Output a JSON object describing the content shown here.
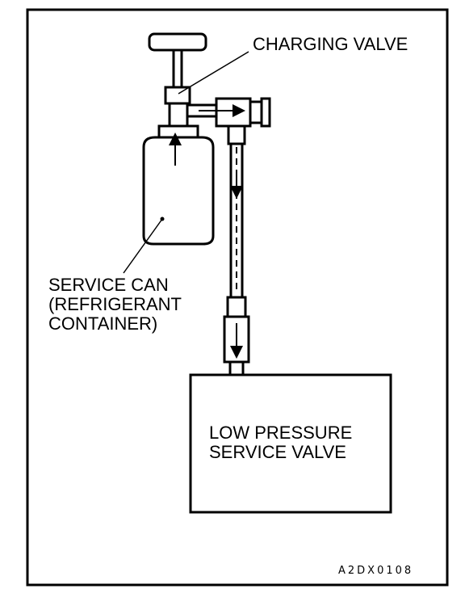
{
  "labels": {
    "charging_valve": "CHARGING VALVE",
    "service_can_line1": "SERVICE CAN",
    "service_can_line2": "(REFRIGERANT",
    "service_can_line3": "CONTAINER)",
    "low_pressure_line1": "LOW PRESSURE",
    "low_pressure_line2": "SERVICE VALVE",
    "figure_code": "A2DX0108"
  }
}
